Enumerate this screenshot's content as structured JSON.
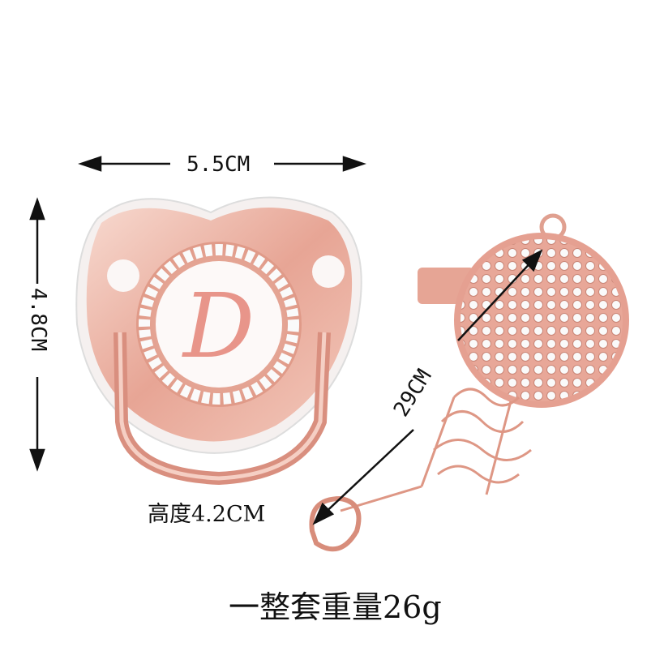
{
  "dimensions": {
    "width": "5.5CM",
    "height": "4.8CM",
    "chain_length": "29CM",
    "nipple_height": "高度4.2CM"
  },
  "total_weight": "一整套重量26g",
  "monogram_letter": "D",
  "colors": {
    "rose_gold": "#e8a798",
    "shield_light": "#f6dcd4",
    "letter": "#e8958a"
  }
}
